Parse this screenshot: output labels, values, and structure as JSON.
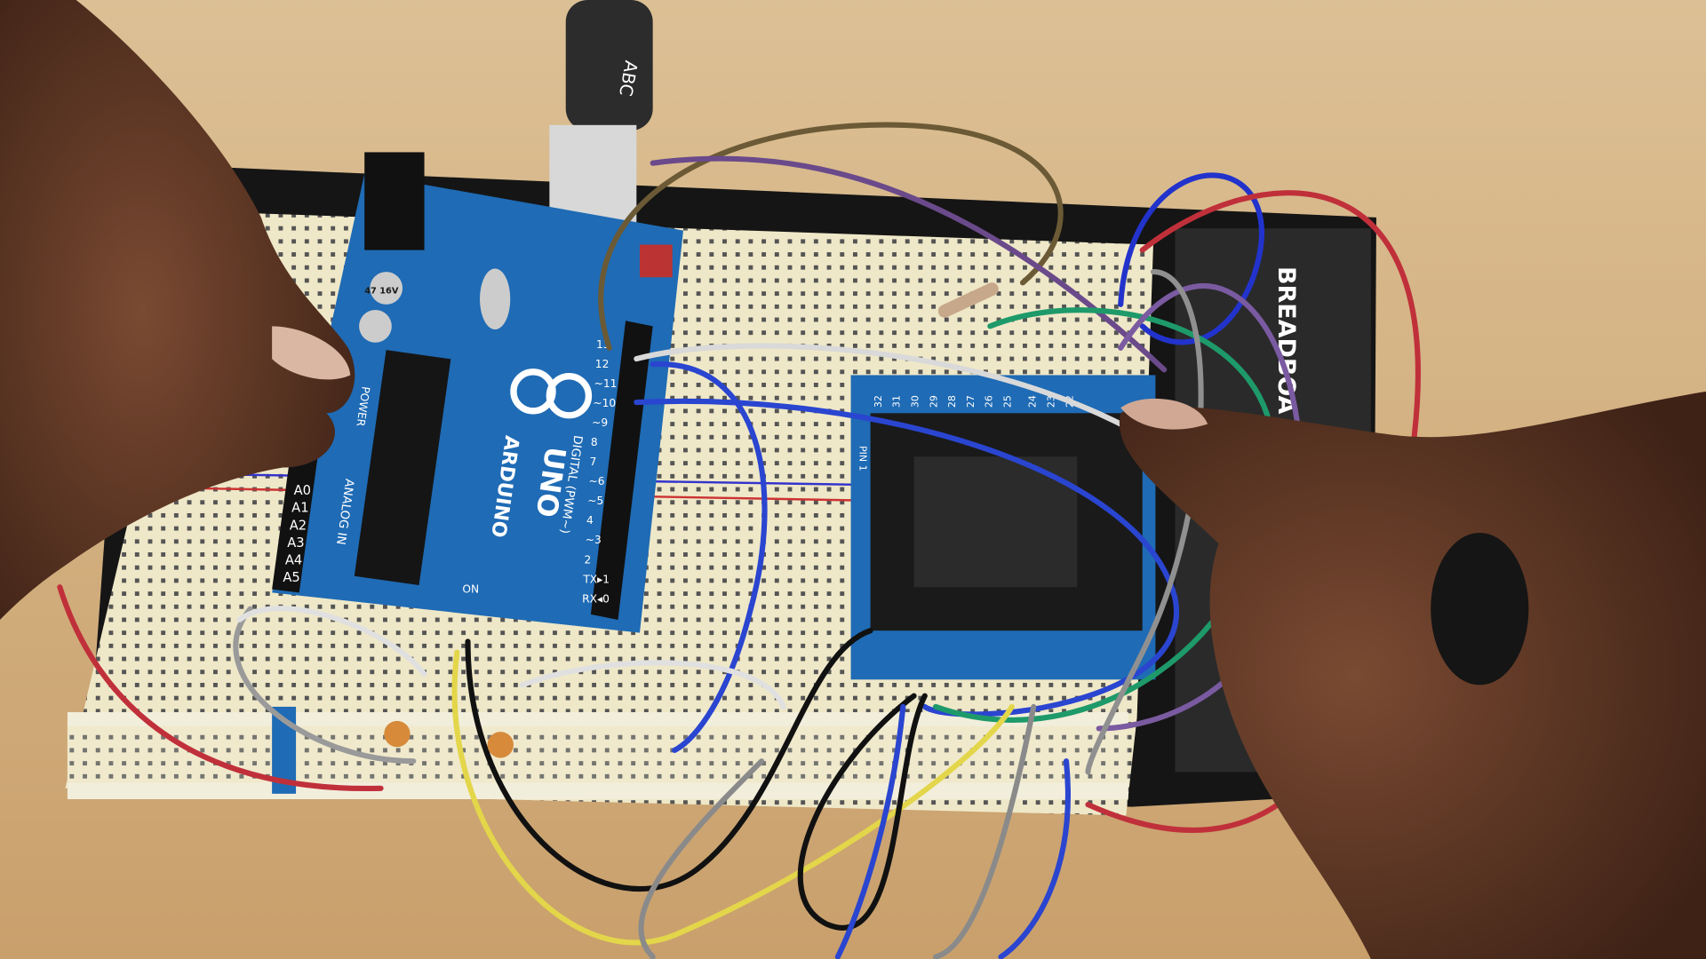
{
  "arduino": {
    "brand": "ARDUINO",
    "model": "UNO",
    "digital_header": "DIGITAL (PWM~)",
    "analog_header": "ANALOG IN",
    "power_header": "POWER",
    "on_label": "ON",
    "analog_pins": [
      "A0",
      "A1",
      "A2",
      "A3",
      "A4",
      "A5"
    ],
    "digital_pins": [
      "13",
      "12",
      "~11",
      "~10",
      "~9",
      "8",
      "7",
      "~6",
      "~5",
      "4",
      "~3",
      "2",
      "TX▸1",
      "RX◂0"
    ],
    "capacitor_text": "47 16V",
    "board_color": "#1f6bb5"
  },
  "breadboard": {
    "brand": "BREADBOA"
  },
  "socket_module": {
    "pin1_label": "PIN 1",
    "pin_numbers": [
      "32",
      "31",
      "30",
      "29",
      "28",
      "27",
      "26",
      "25",
      "24",
      "23",
      "22"
    ]
  },
  "usb_cable": {
    "marking": "ABC"
  },
  "colors": {
    "wood": "#d6b585",
    "breadboard": "#efe8c8",
    "skin": "#6b3f2a"
  }
}
